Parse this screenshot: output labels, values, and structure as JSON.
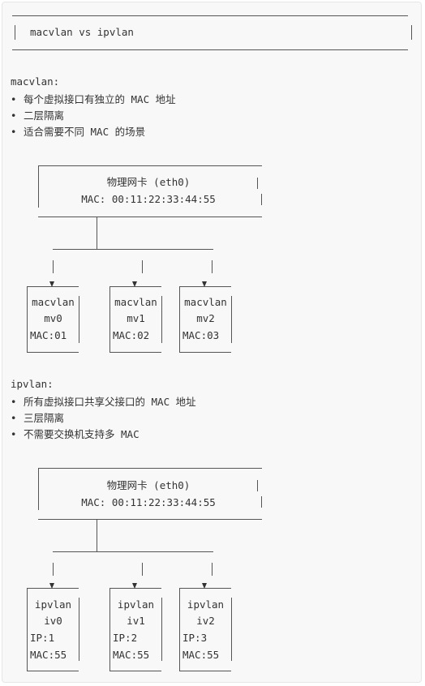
{
  "title": "macvlan vs ipvlan",
  "macvlan": {
    "heading": "macvlan:",
    "bullets": [
      "每个虚拟接口有独立的 MAC 地址",
      "二层隔离",
      "适合需要不同 MAC 的场景"
    ],
    "nic": {
      "name": "物理网卡 (eth0)",
      "mac": "MAC: 00:11:22:33:44:55"
    },
    "children": [
      {
        "type": "macvlan",
        "name": "mv0",
        "detail": "MAC:01"
      },
      {
        "type": "macvlan",
        "name": "mv1",
        "detail": "MAC:02"
      },
      {
        "type": "macvlan",
        "name": "mv2",
        "detail": "MAC:03"
      }
    ]
  },
  "ipvlan": {
    "heading": "ipvlan:",
    "bullets": [
      "所有虚拟接口共享父接口的 MAC 地址",
      "三层隔离",
      "不需要交换机支持多 MAC"
    ],
    "nic": {
      "name": "物理网卡 (eth0)",
      "mac": "MAC: 00:11:22:33:44:55"
    },
    "children": [
      {
        "type": "ipvlan",
        "name": "iv0",
        "ip": "IP:1",
        "detail": "MAC:55"
      },
      {
        "type": "ipvlan",
        "name": "iv1",
        "ip": "IP:2",
        "detail": "MAC:55"
      },
      {
        "type": "ipvlan",
        "name": "iv2",
        "ip": "IP:3",
        "detail": "MAC:55"
      }
    ]
  }
}
